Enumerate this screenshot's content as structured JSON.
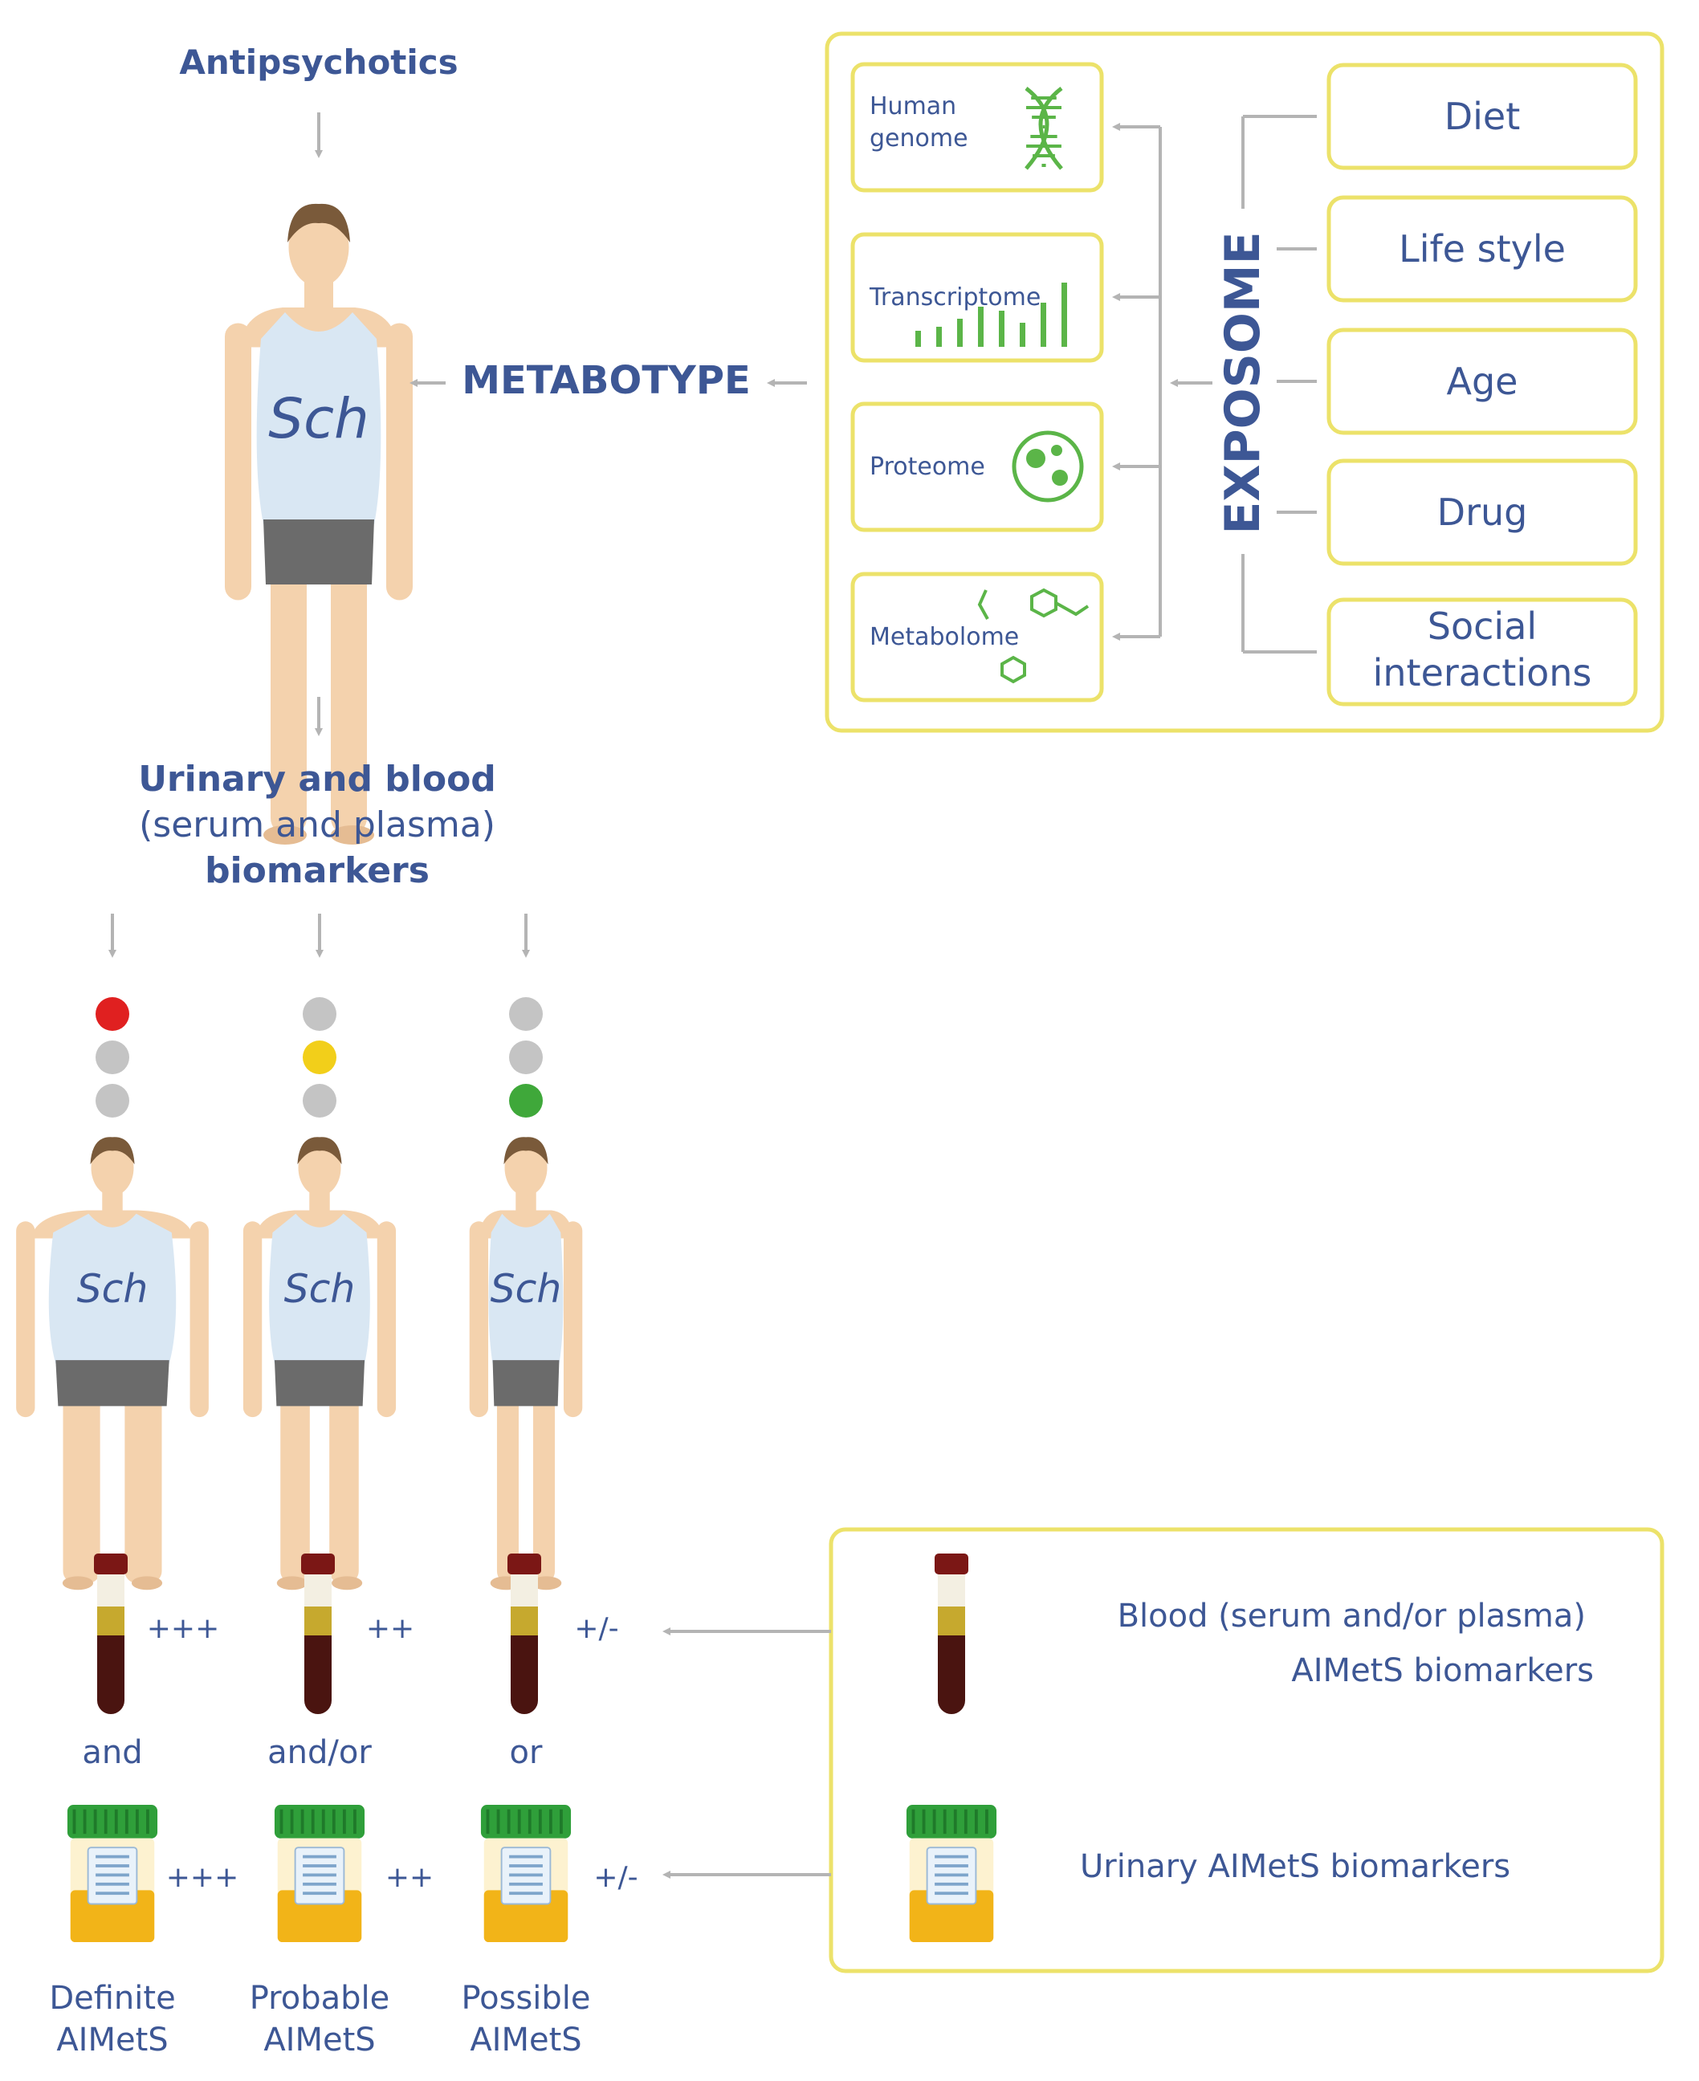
{
  "colors": {
    "text_blue": "#3d5795",
    "title_blue": "#2b4a8c",
    "box_yellow": "#ece26a",
    "arrow_gray": "#b4b4b4",
    "skin": "#f4d2ad",
    "skin_dark": "#e5bc93",
    "hair": "#7a5a3a",
    "tank_top": "#d9e7f3",
    "shorts": "#6b6b6b",
    "light_red": "#e02020",
    "light_yellow": "#f2cf1a",
    "light_green": "#3fa83a",
    "light_off": "#c4c4c4",
    "omics_green": "#5bb548",
    "tube_blood": "#4a1410",
    "tube_serum": "#c6a92e",
    "tube_cap": "#7b1715",
    "jar_green": "#2f9f3a",
    "jar_urine": "#f2b418"
  },
  "top": {
    "antipsychotics": "Antipsychotics",
    "shirt_text": "Sch",
    "metabotype": "METABOTYPE"
  },
  "omics": [
    {
      "label_lines": [
        "Human",
        "genome"
      ],
      "icon": "dna-icon"
    },
    {
      "label_lines": [
        "Transcriptome"
      ],
      "icon": "bar-signal-icon"
    },
    {
      "label_lines": [
        "Proteome"
      ],
      "icon": "protein-icon"
    },
    {
      "label_lines": [
        "Metabolome"
      ],
      "icon": "molecule-icon"
    }
  ],
  "exposome": {
    "label": "EXPOSOME",
    "factors": [
      {
        "lines": [
          "Diet"
        ]
      },
      {
        "lines": [
          "Life style"
        ]
      },
      {
        "lines": [
          "Age"
        ]
      },
      {
        "lines": [
          "Drug"
        ]
      },
      {
        "lines": [
          "Social",
          "interactions"
        ]
      }
    ]
  },
  "biomarkers_heading": {
    "line1": "Urinary and blood",
    "line2": "(serum and plasma)",
    "line3": "biomarkers"
  },
  "outcomes": [
    {
      "light": "red",
      "shirt": "Sch",
      "blood_level": "+++",
      "connector": "and",
      "urine_level": "+++",
      "label_lines": [
        "Definite",
        "AIMetS"
      ]
    },
    {
      "light": "yellow",
      "shirt": "Sch",
      "blood_level": "++",
      "connector": "and/or",
      "urine_level": "++",
      "label_lines": [
        "Probable",
        "AIMetS"
      ]
    },
    {
      "light": "green",
      "shirt": "Sch",
      "blood_level": "+/-",
      "connector": "or",
      "urine_level": "+/-",
      "label_lines": [
        "Possible",
        "AIMetS"
      ]
    }
  ],
  "legend": {
    "blood_line1": "Blood (serum and/or plasma)",
    "blood_line2": "AIMetS biomarkers",
    "urine": "Urinary AIMetS biomarkers"
  }
}
